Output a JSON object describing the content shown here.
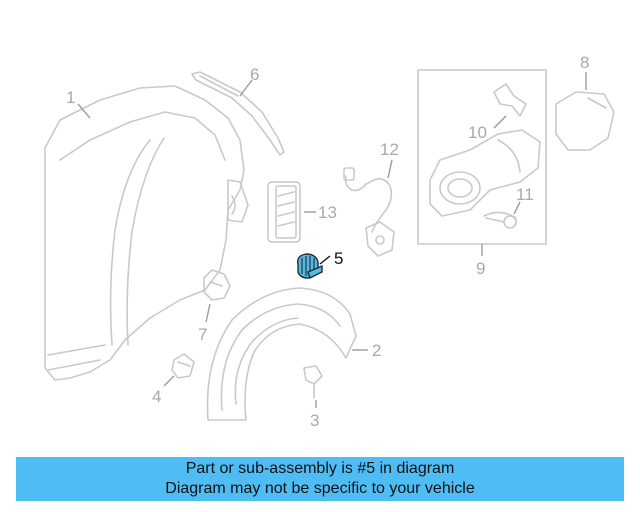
{
  "diagram": {
    "parts": [
      {
        "id": "1",
        "label": "1"
      },
      {
        "id": "2",
        "label": "2"
      },
      {
        "id": "3",
        "label": "3"
      },
      {
        "id": "4",
        "label": "4"
      },
      {
        "id": "5",
        "label": "5",
        "highlighted": true
      },
      {
        "id": "6",
        "label": "6"
      },
      {
        "id": "7",
        "label": "7"
      },
      {
        "id": "8",
        "label": "8"
      },
      {
        "id": "9",
        "label": "9"
      },
      {
        "id": "10",
        "label": "10"
      },
      {
        "id": "11",
        "label": "11"
      },
      {
        "id": "12",
        "label": "12"
      },
      {
        "id": "13",
        "label": "13"
      }
    ],
    "highlight_color": "#5ab8e0",
    "line_color": "#c9c9c9"
  },
  "banner": {
    "line1": "Part or sub-assembly is #5 in diagram",
    "line2": "Diagram may not be specific to your vehicle",
    "background": "#4fbdf4"
  }
}
